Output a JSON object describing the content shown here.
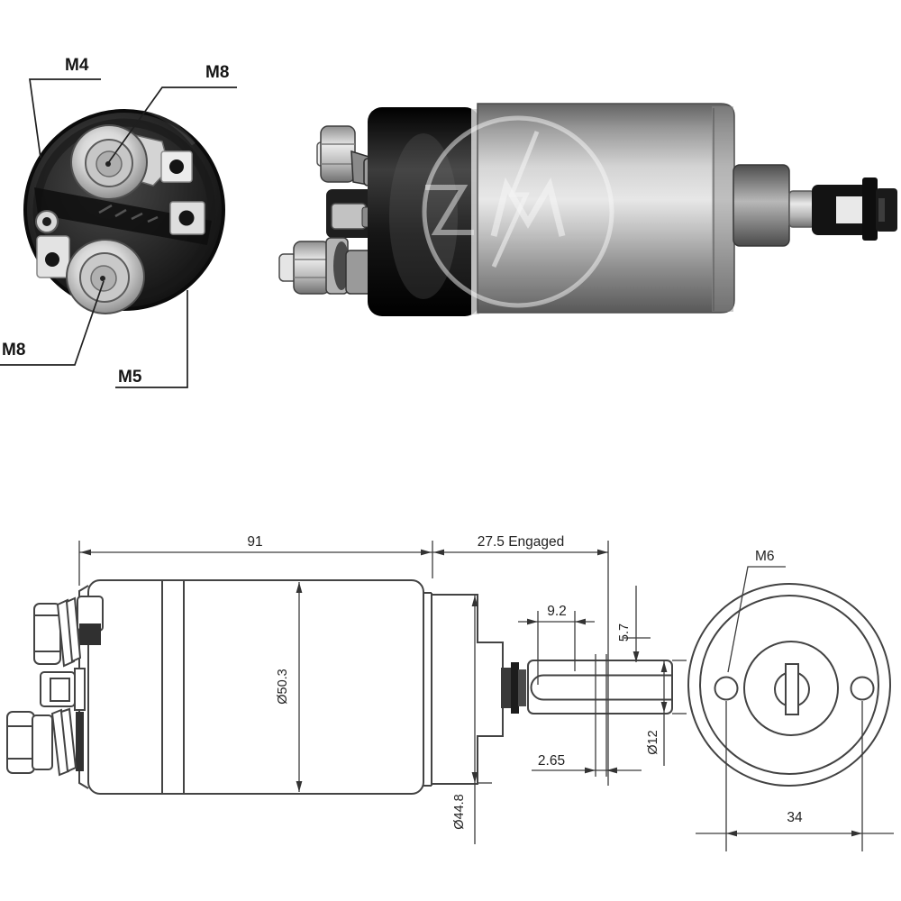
{
  "product_photos": {
    "end_view_labels": {
      "top_left": "M4",
      "top_right": "M8",
      "bottom_left": "M8",
      "bottom_center": "M5"
    }
  },
  "technical_drawing": {
    "side_view": {
      "body_length": "91",
      "engaged_stroke": "27.5 Engaged",
      "body_diameter": "Ø50.3",
      "flange_diameter": "Ø44.8",
      "fork_slot_depth": "9.2",
      "fork_top_offset": "5.7",
      "fork_slot_width": "2.65",
      "fork_diameter": "Ø12"
    },
    "end_view": {
      "mounting_thread": "M6",
      "hole_spacing": "34"
    }
  },
  "colors": {
    "background": "#ffffff",
    "drawing_line": "#3f3f3f",
    "label_text": "#1c1c1c"
  }
}
